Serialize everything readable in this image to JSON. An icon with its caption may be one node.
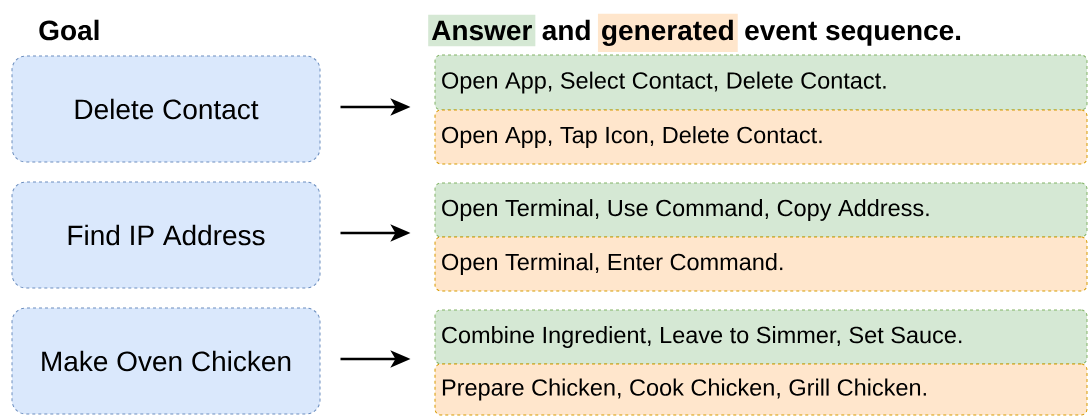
{
  "diagram": {
    "nodes": [
      {
        "text": [
          "Delete Contact"
        ]
      },
      {
        "text": [
          "Find IP Address"
        ]
      },
      {
        "text": [
          "Make Oven Chicken"
        ]
      },
      {
        "text": [
          "Open App, Select Contact, Delete Contact."
        ]
      },
      {
        "text": [
          "Open App, Tap Icon, Delete Contact."
        ]
      },
      {
        "text": [
          "Open Terminal, Use Command, Copy Address."
        ]
      },
      {
        "text": [
          "Open Terminal, Enter Command."
        ]
      },
      {
        "text": [
          "Combine Ingredient, Leave to Simmer, Set Sauce."
        ]
      },
      {
        "text": [
          "Prepare Chicken, Cook Chicken, Grill Chicken."
        ]
      }
    ],
    "edges": [
      {
        "from": 0,
        "to": 3,
        "arrow": "to"
      },
      {
        "from": 1,
        "to": 5,
        "arrow": "to"
      },
      {
        "from": 2,
        "to": 7,
        "arrow": "to"
      }
    ],
    "labels": [
      "Goal",
      "and",
      "event sequence."
    ],
    "legend": [
      {
        "text": "Answer",
        "color": "#d5e8d4"
      },
      {
        "text": "generated",
        "color": "#ffe6cc"
      }
    ]
  }
}
